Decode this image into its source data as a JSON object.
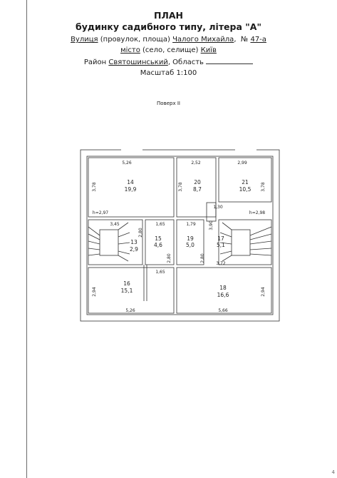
{
  "header": {
    "title": "ПЛАН",
    "subtitle": "будинку садибного типу, літера \"А\"",
    "street_label": "Вулиця",
    "street_type": "(провулок, площа)",
    "street_value": "Чалого Михайла",
    "number_label": "№",
    "number_value": "47-а",
    "city_label": "місто",
    "city_type": "(село, селище)",
    "city_value": "Київ",
    "district_label": "Район",
    "district_value": "Святошинський",
    "region_label": "Область",
    "scale": "Масштаб 1:100"
  },
  "floor_label": "Поверх ІІ",
  "rooms": [
    {
      "id": "room-14",
      "number": "14",
      "area": "19,9"
    },
    {
      "id": "room-20",
      "number": "20",
      "area": "8,7"
    },
    {
      "id": "room-21",
      "number": "21",
      "area": "10,5"
    },
    {
      "id": "room-13",
      "number": "13",
      "area": "2,9"
    },
    {
      "id": "room-15",
      "number": "15",
      "area": "4,6"
    },
    {
      "id": "room-19",
      "number": "19",
      "area": "5,0"
    },
    {
      "id": "room-17",
      "number": "17",
      "area": "5,1"
    },
    {
      "id": "room-16",
      "number": "16",
      "area": "15,1"
    },
    {
      "id": "room-18",
      "number": "18",
      "area": "16,6"
    }
  ],
  "dimensions": {
    "d_526_top": "5,26",
    "d_252": "2,52",
    "d_299": "2,99",
    "d_378_a": "3,78",
    "d_378_b": "3,78",
    "d_378_c": "3,78",
    "d_130": "1,30",
    "h_297": "h=2,97",
    "h_298": "h=2,98",
    "d_345": "3,45",
    "d_165_a": "1,65",
    "d_179": "1,79",
    "d_280_a": "2,80",
    "d_390": "3,90",
    "d_280_b": "2,80",
    "d_280_c": "2,80",
    "d_372": "3,72",
    "d_165_b": "1,65",
    "d_294_a": "2,94",
    "d_294_b": "2,94",
    "d_526_bottom": "5,26",
    "d_566": "5,66"
  }
}
